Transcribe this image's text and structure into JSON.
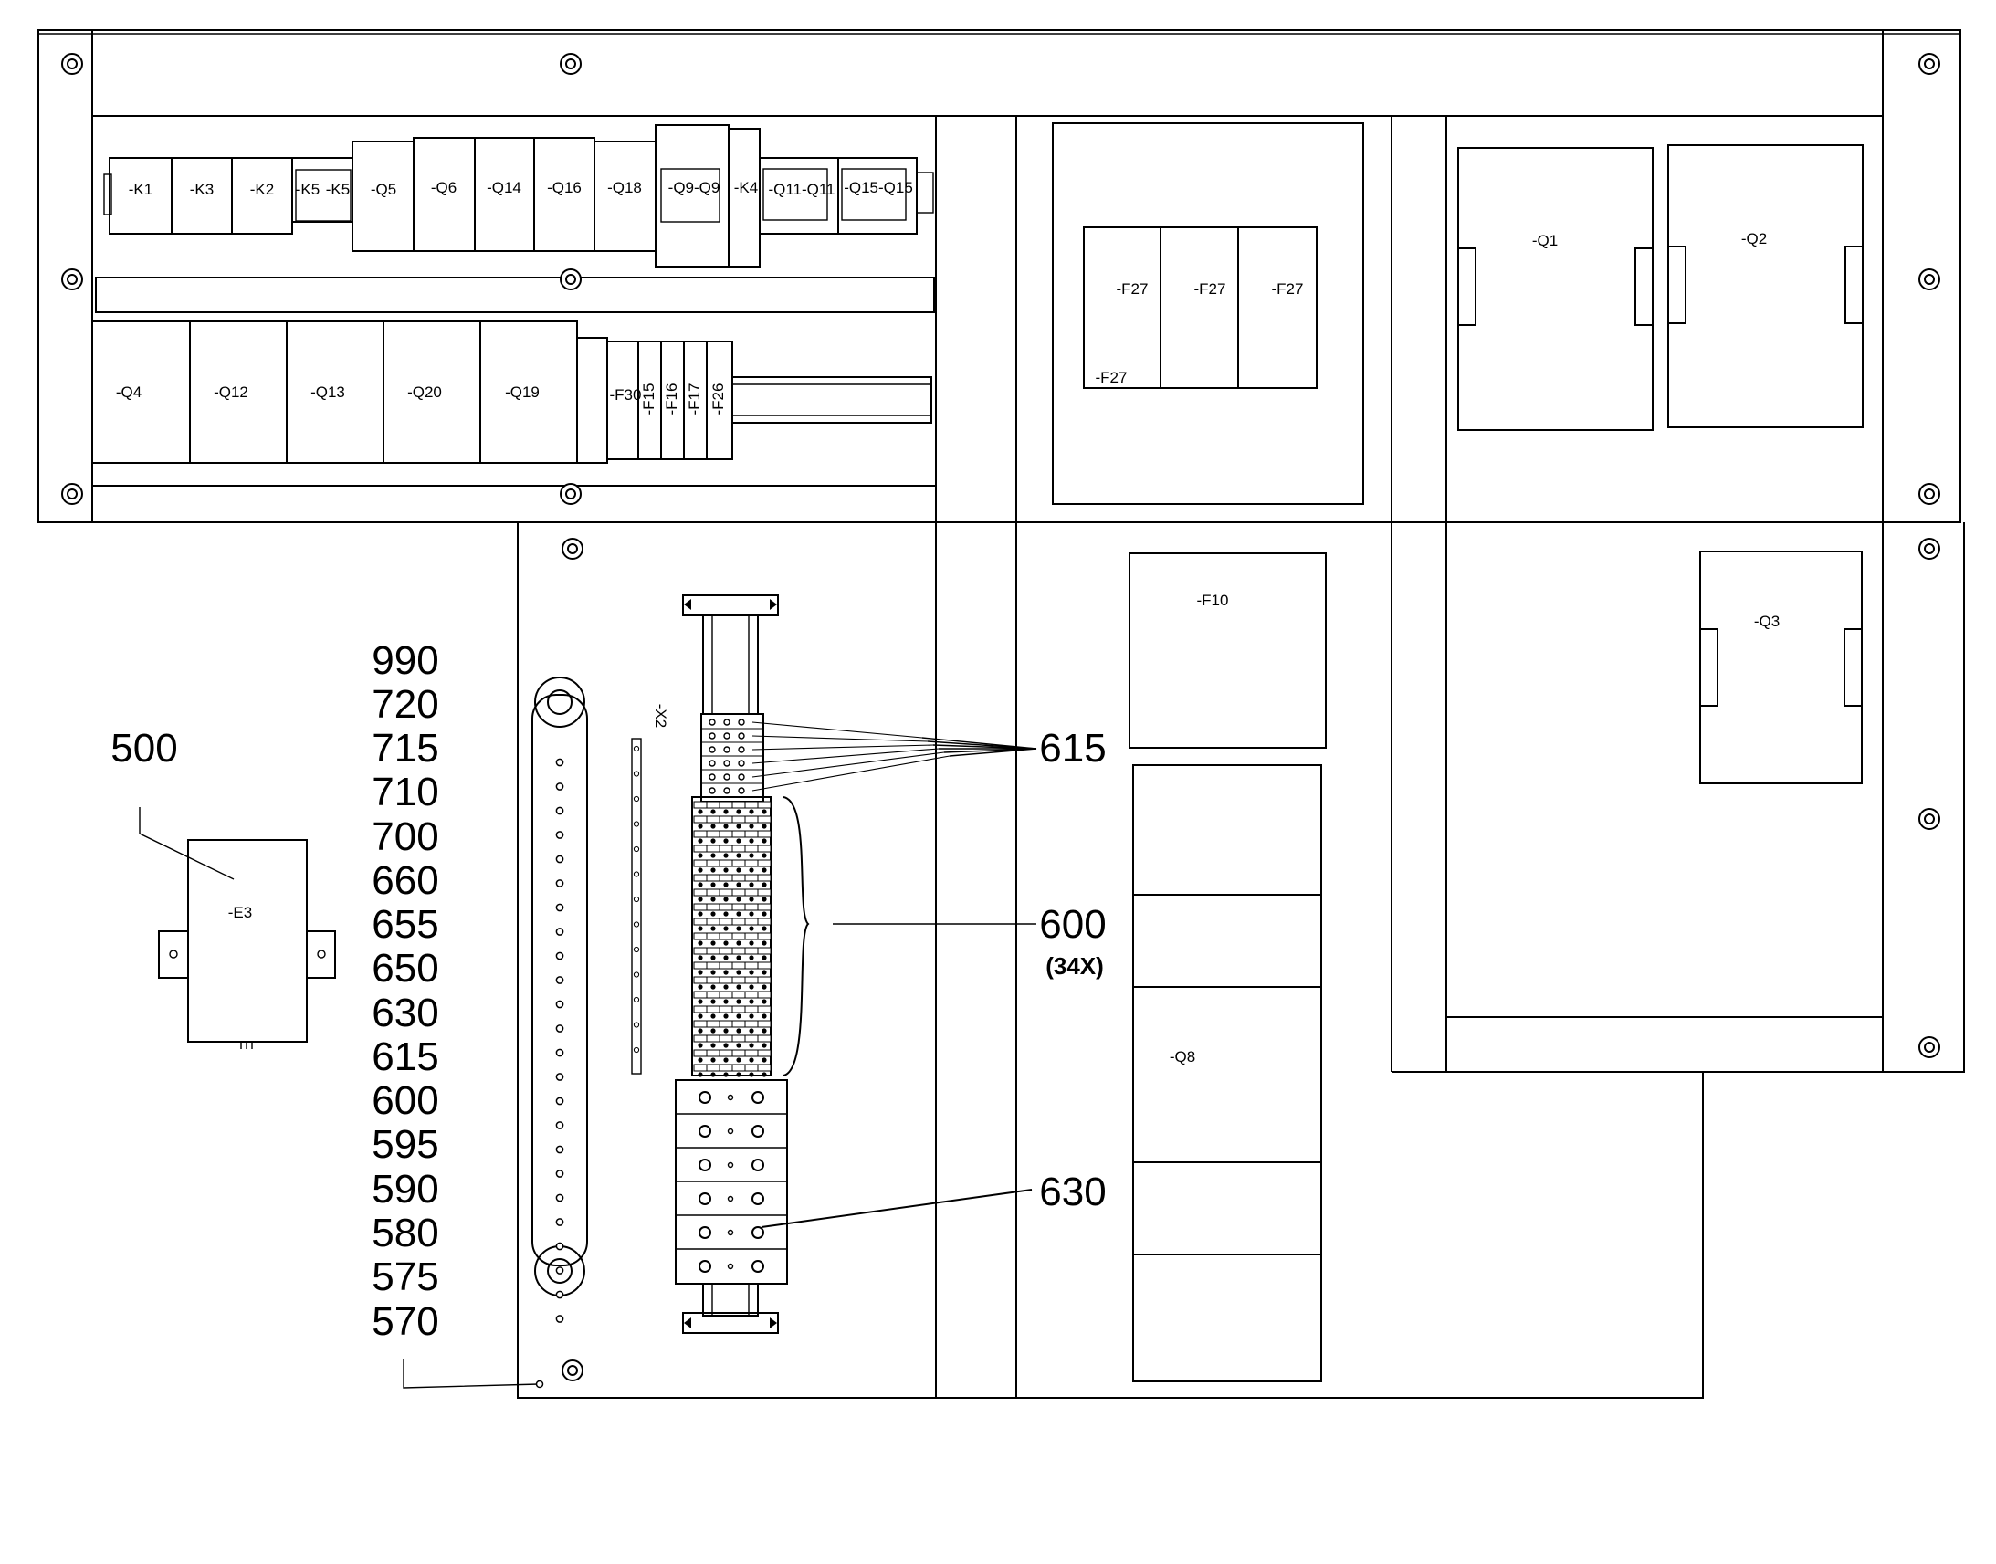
{
  "component_labels": {
    "k1": "-K1",
    "k3": "-K3",
    "k2": "-K2",
    "k5a": "-K5",
    "k5b": "-K5",
    "q5": "-Q5",
    "q6": "-Q6",
    "q14": "-Q14",
    "q16": "-Q16",
    "q18": "-Q18",
    "q9": "-Q9-Q9",
    "k4": "-K4",
    "q11": "-Q11-Q11",
    "q15": "-Q15-Q15",
    "q4": "-Q4",
    "q12": "-Q12",
    "q13": "-Q13",
    "q20": "-Q20",
    "q19": "-Q19",
    "f30": "-F30",
    "f15": "-F15",
    "f16": "-F16",
    "f17": "-F17",
    "f26": "-F26",
    "f27a": "-F27",
    "f27b": "-F27",
    "f27c": "-F27",
    "f27d": "-F27",
    "q1": "-Q1",
    "q2": "-Q2",
    "q3": "-Q3",
    "f10": "-F10",
    "q8": "-Q8",
    "e3": "-E3",
    "x2": "-X2"
  },
  "reference_numbers": {
    "list": [
      "990",
      "720",
      "715",
      "710",
      "700",
      "660",
      "655",
      "650",
      "630",
      "615",
      "600",
      "595",
      "590",
      "580",
      "575",
      "570"
    ],
    "r500": "500",
    "r615": "615",
    "r600": "600",
    "r600_qty": "(34X)",
    "r630": "630"
  }
}
